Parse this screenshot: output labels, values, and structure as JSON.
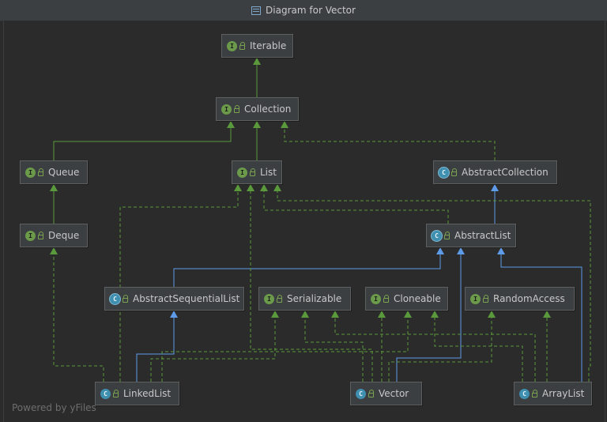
{
  "window": {
    "title": "Diagram for Vector"
  },
  "nodes": [
    {
      "id": "Iterable",
      "label": "Iterable",
      "kind": "interface"
    },
    {
      "id": "Collection",
      "label": "Collection",
      "kind": "interface"
    },
    {
      "id": "Queue",
      "label": "Queue",
      "kind": "interface"
    },
    {
      "id": "List",
      "label": "List",
      "kind": "interface"
    },
    {
      "id": "AbstractCollection",
      "label": "AbstractCollection",
      "kind": "abstract"
    },
    {
      "id": "Deque",
      "label": "Deque",
      "kind": "interface"
    },
    {
      "id": "AbstractList",
      "label": "AbstractList",
      "kind": "abstract"
    },
    {
      "id": "AbstractSequentialList",
      "label": "AbstractSequentialList",
      "kind": "abstract"
    },
    {
      "id": "Serializable",
      "label": "Serializable",
      "kind": "interface"
    },
    {
      "id": "Cloneable",
      "label": "Cloneable",
      "kind": "interface"
    },
    {
      "id": "RandomAccess",
      "label": "RandomAccess",
      "kind": "interface"
    },
    {
      "id": "LinkedList",
      "label": "LinkedList",
      "kind": "class"
    },
    {
      "id": "Vector",
      "label": "Vector",
      "kind": "class"
    },
    {
      "id": "ArrayList",
      "label": "ArrayList",
      "kind": "class"
    }
  ],
  "edges": [
    {
      "from": "Collection",
      "to": "Iterable",
      "type": "extends"
    },
    {
      "from": "Queue",
      "to": "Collection",
      "type": "extends"
    },
    {
      "from": "List",
      "to": "Collection",
      "type": "extends"
    },
    {
      "from": "AbstractCollection",
      "to": "Collection",
      "type": "implements"
    },
    {
      "from": "Deque",
      "to": "Queue",
      "type": "extends"
    },
    {
      "from": "AbstractList",
      "to": "AbstractCollection",
      "type": "class-extends"
    },
    {
      "from": "AbstractList",
      "to": "List",
      "type": "implements"
    },
    {
      "from": "AbstractSequentialList",
      "to": "AbstractList",
      "type": "class-extends"
    },
    {
      "from": "LinkedList",
      "to": "AbstractSequentialList",
      "type": "class-extends"
    },
    {
      "from": "LinkedList",
      "to": "Deque",
      "type": "implements"
    },
    {
      "from": "LinkedList",
      "to": "List",
      "type": "implements"
    },
    {
      "from": "LinkedList",
      "to": "Serializable",
      "type": "implements"
    },
    {
      "from": "LinkedList",
      "to": "Cloneable",
      "type": "implements"
    },
    {
      "from": "Vector",
      "to": "AbstractList",
      "type": "class-extends"
    },
    {
      "from": "Vector",
      "to": "List",
      "type": "implements"
    },
    {
      "from": "Vector",
      "to": "Serializable",
      "type": "implements"
    },
    {
      "from": "Vector",
      "to": "Cloneable",
      "type": "implements"
    },
    {
      "from": "Vector",
      "to": "RandomAccess",
      "type": "implements"
    },
    {
      "from": "ArrayList",
      "to": "AbstractList",
      "type": "class-extends"
    },
    {
      "from": "ArrayList",
      "to": "List",
      "type": "implements"
    },
    {
      "from": "ArrayList",
      "to": "Serializable",
      "type": "implements"
    },
    {
      "from": "ArrayList",
      "to": "Cloneable",
      "type": "implements"
    },
    {
      "from": "ArrayList",
      "to": "RandomAccess",
      "type": "implements"
    }
  ],
  "colors": {
    "extends": "#5a9a3c",
    "implements": "#5a9a3c",
    "class-extends": "#5e9be8"
  },
  "watermark": "Powered by yFiles"
}
